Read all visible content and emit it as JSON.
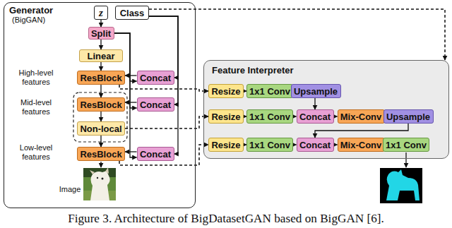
{
  "diagram": {
    "caption": "Figure 3. Architecture of BigDatasetGAN based on BigGAN [6].",
    "nodes": [
      {
        "text": [
          "Generator",
          "(BigGAN)"
        ]
      },
      {
        "text": [
          "z"
        ],
        "in": 0
      },
      {
        "text": [
          "Class"
        ],
        "in": 0
      },
      {
        "text": [
          "Split"
        ],
        "in": 0
      },
      {
        "text": [
          "Linear"
        ],
        "in": 0
      },
      {
        "text": [
          "ResBlock"
        ],
        "in": 0
      },
      {
        "text": [
          "Concat"
        ],
        "in": 0
      },
      {
        "text": [
          "ResBlock"
        ],
        "in": 0
      },
      {
        "text": [
          "Concat"
        ],
        "in": 0
      },
      {
        "text": [
          "Non-local"
        ],
        "in": 0
      },
      {
        "text": [
          "ResBlock"
        ],
        "in": 0
      },
      {
        "text": [
          "Concat"
        ],
        "in": 0
      },
      {
        "text": [
          "Feature Interpreter"
        ]
      },
      {
        "text": [
          "Resize"
        ],
        "in": 12
      },
      {
        "text": [
          "1x1 Conv"
        ],
        "in": 12
      },
      {
        "text": [
          "Upsample"
        ],
        "in": 12
      },
      {
        "text": [
          "Resize"
        ],
        "in": 12
      },
      {
        "text": [
          "1x1 Conv"
        ],
        "in": 12
      },
      {
        "text": [
          "Concat"
        ],
        "in": 12
      },
      {
        "text": [
          "Mix-Conv"
        ],
        "in": 12
      },
      {
        "text": [
          "Upsample"
        ],
        "in": 12
      },
      {
        "text": [
          "Resize"
        ],
        "in": 12
      },
      {
        "text": [
          "1x1 Conv"
        ],
        "in": 12
      },
      {
        "text": [
          "Concat"
        ],
        "in": 12
      },
      {
        "text": [
          "Mix-Conv"
        ],
        "in": 12
      },
      {
        "text": [
          "1x1 Conv"
        ],
        "in": 12
      }
    ],
    "edges": [
      {
        "from": 1,
        "to": 3,
        "arrow": "to"
      },
      {
        "from": 3,
        "to": 4,
        "arrow": "to"
      },
      {
        "from": 4,
        "to": 5,
        "arrow": "to"
      },
      {
        "from": 5,
        "to": 7,
        "arrow": "to"
      },
      {
        "from": 7,
        "to": 9,
        "arrow": "to"
      },
      {
        "from": 9,
        "to": 10,
        "arrow": "to"
      },
      {
        "from": 3,
        "to": 6,
        "arrow": "to"
      },
      {
        "from": 3,
        "to": 8,
        "arrow": "to"
      },
      {
        "from": 3,
        "to": 11,
        "arrow": "to"
      },
      {
        "from": 2,
        "to": 6,
        "arrow": "to"
      },
      {
        "from": 2,
        "to": 8,
        "arrow": "to"
      },
      {
        "from": 2,
        "to": 11,
        "arrow": "to"
      },
      {
        "from": 6,
        "to": 5,
        "arrow": "to"
      },
      {
        "from": 8,
        "to": 7,
        "arrow": "to"
      },
      {
        "from": 11,
        "to": 10,
        "arrow": "to"
      },
      {
        "from": 2,
        "to": 12,
        "arrow": "to"
      },
      {
        "from": 5,
        "to": 13,
        "arrow": "to"
      },
      {
        "from": 9,
        "to": 16,
        "arrow": "to"
      },
      {
        "from": 10,
        "to": 21,
        "arrow": "to"
      },
      {
        "from": 13,
        "to": 14,
        "arrow": "to"
      },
      {
        "from": 14,
        "to": 15,
        "arrow": "to"
      },
      {
        "from": 16,
        "to": 17,
        "arrow": "to"
      },
      {
        "from": 17,
        "to": 18,
        "arrow": "to"
      },
      {
        "from": 18,
        "to": 19,
        "arrow": "to"
      },
      {
        "from": 19,
        "to": 20,
        "arrow": "to"
      },
      {
        "from": 21,
        "to": 22,
        "arrow": "to"
      },
      {
        "from": 22,
        "to": 23,
        "arrow": "to"
      },
      {
        "from": 23,
        "to": 24,
        "arrow": "to"
      },
      {
        "from": 24,
        "to": 25,
        "arrow": "to"
      },
      {
        "from": 15,
        "to": 18,
        "arrow": "to"
      },
      {
        "from": 20,
        "to": 23,
        "arrow": "to"
      }
    ],
    "labels": [
      "High-level features",
      "Mid-level features",
      "Low-level features",
      "Image"
    ]
  }
}
